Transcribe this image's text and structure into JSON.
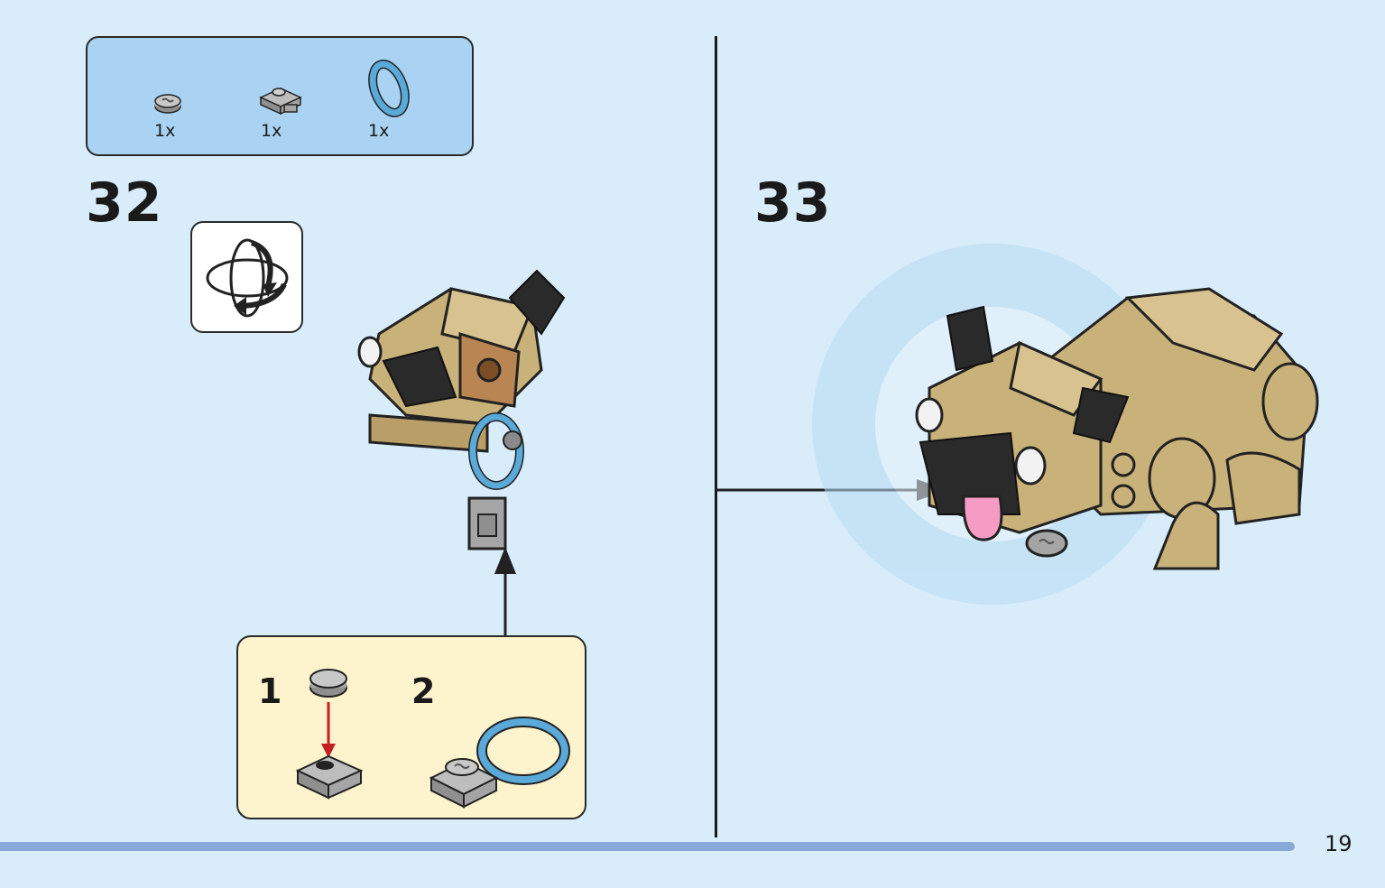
{
  "parts": {
    "items": [
      {
        "name": "round-tile-bone",
        "qty": "1x"
      },
      {
        "name": "plate-clip",
        "qty": "1x"
      },
      {
        "name": "ring-transparent-blue",
        "qty": "1x"
      }
    ]
  },
  "steps": {
    "step32": {
      "number": "32"
    },
    "step33": {
      "number": "33"
    }
  },
  "substeps": [
    {
      "number": "1"
    },
    {
      "number": "2"
    }
  ],
  "rotate_icon": "rotate-model-icon",
  "colors": {
    "background": "#d8ecfa",
    "parts_box": "#a9d2f3",
    "sub_box": "#fdf3cd",
    "tan": "#c9b17a",
    "ring_blue": "#5aa9d8",
    "arrow_red": "#c42020",
    "tongue_pink": "#f59bc4",
    "footer_bar": "#86a9d8"
  },
  "page": {
    "number": "19"
  }
}
